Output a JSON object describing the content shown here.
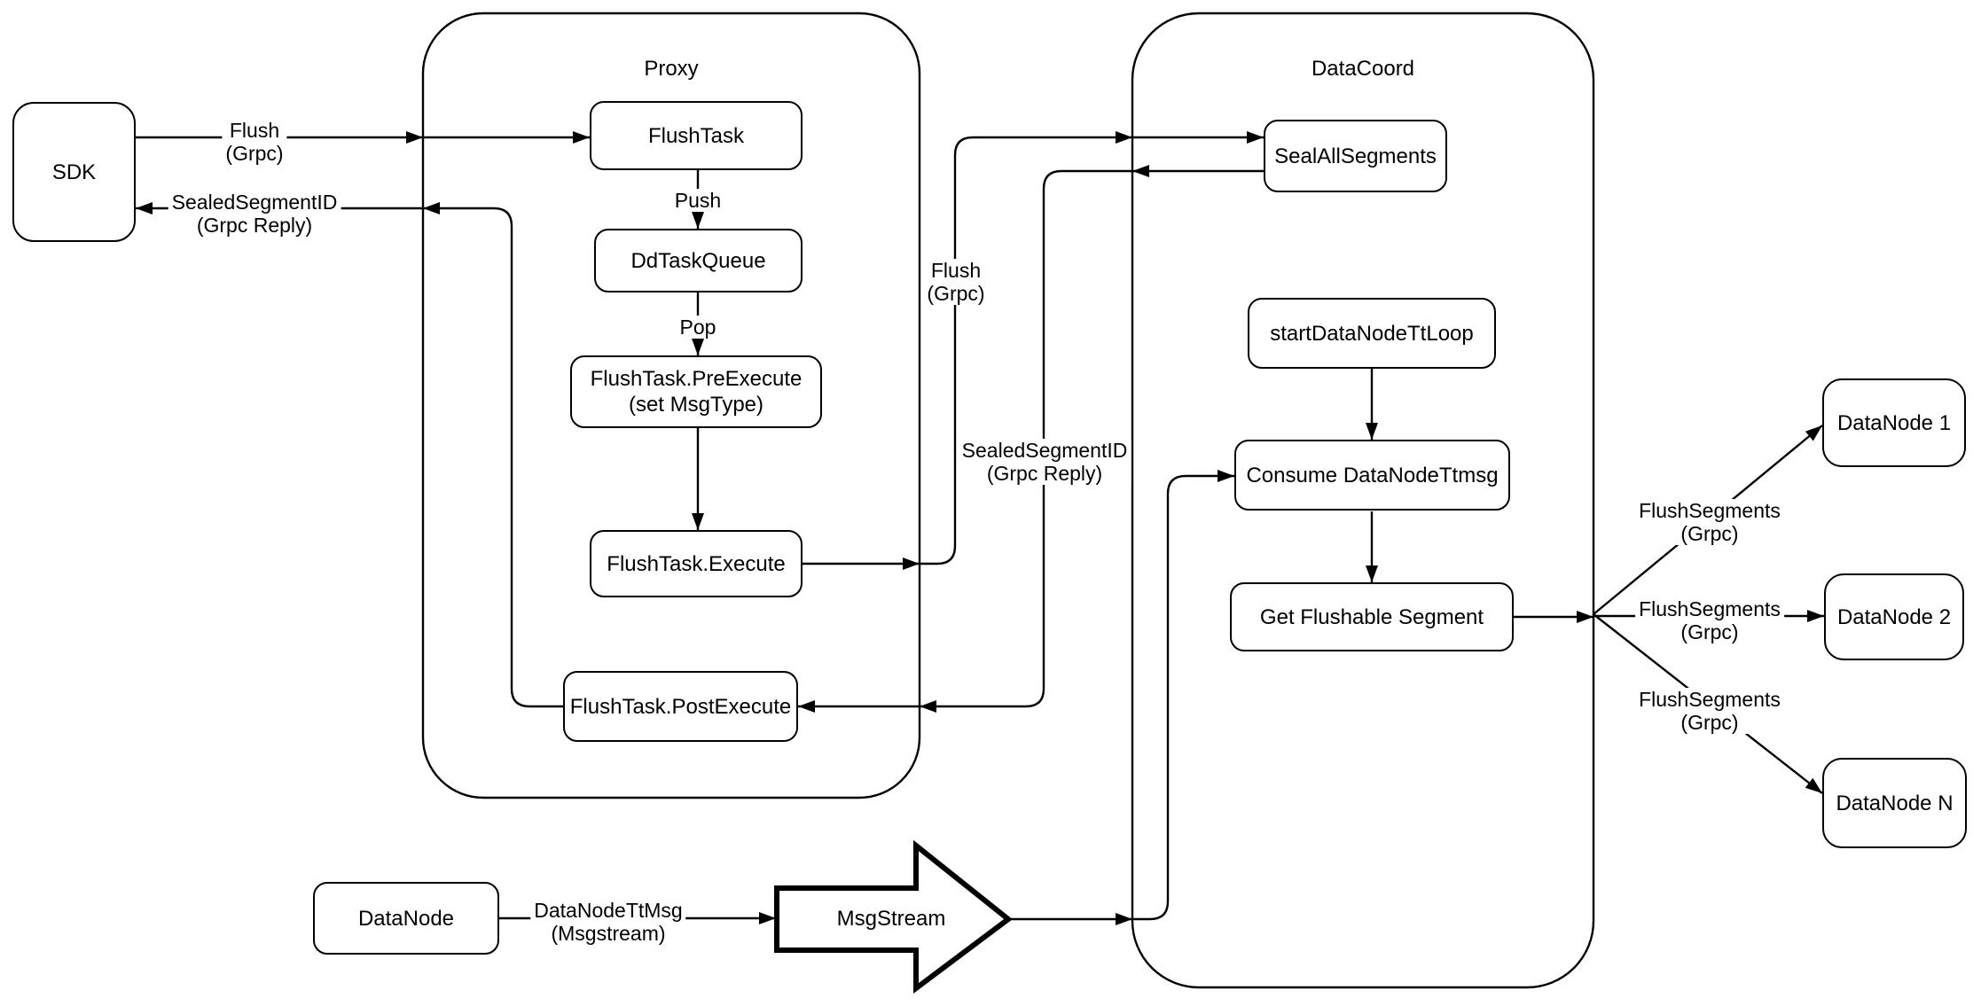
{
  "colors": {
    "stroke": "#000000",
    "background": "#ffffff"
  },
  "containers": {
    "proxy": {
      "title": "Proxy"
    },
    "datacoord": {
      "title": "DataCoord"
    }
  },
  "nodes": {
    "sdk": {
      "label": "SDK"
    },
    "flushtask": {
      "label": "FlushTask"
    },
    "ddtaskqueue": {
      "label": "DdTaskQueue"
    },
    "preexecute": {
      "label": "FlushTask.PreExecute",
      "label2": "(set MsgType)"
    },
    "execute": {
      "label": "FlushTask.Execute"
    },
    "postexecute": {
      "label": "FlushTask.PostExecute"
    },
    "sealallsegments": {
      "label": "SealAllSegments"
    },
    "startdatanodettloop": {
      "label": "startDataNodeTtLoop"
    },
    "consumedatanodettmsg": {
      "label": "Consume DataNodeTtmsg"
    },
    "getflushablesegment": {
      "label": "Get Flushable Segment"
    },
    "datanode1": {
      "label": "DataNode 1"
    },
    "datanode2": {
      "label": "DataNode 2"
    },
    "datanoden": {
      "label": "DataNode N"
    },
    "datanode": {
      "label": "DataNode"
    },
    "msgstream": {
      "label": "MsgStream"
    }
  },
  "edge_labels": {
    "flush_sdk": {
      "line1": "Flush",
      "line2": "(Grpc)"
    },
    "sealed_sdk": {
      "line1": "SealedSegmentID",
      "line2": "(Grpc Reply)"
    },
    "push": {
      "line1": "Push"
    },
    "pop": {
      "line1": "Pop"
    },
    "flush_mid": {
      "line1": "Flush",
      "line2": "(Grpc)"
    },
    "sealed_mid": {
      "line1": "SealedSegmentID",
      "line2": "(Grpc Reply)"
    },
    "flushsegments1": {
      "line1": "FlushSegments",
      "line2": "(Grpc)"
    },
    "flushsegments2": {
      "line1": "FlushSegments",
      "line2": "(Grpc)"
    },
    "flushsegments3": {
      "line1": "FlushSegments",
      "line2": "(Grpc)"
    },
    "datanodettmsg": {
      "line1": "DataNodeTtMsg",
      "line2": "(Msgstream)"
    }
  }
}
